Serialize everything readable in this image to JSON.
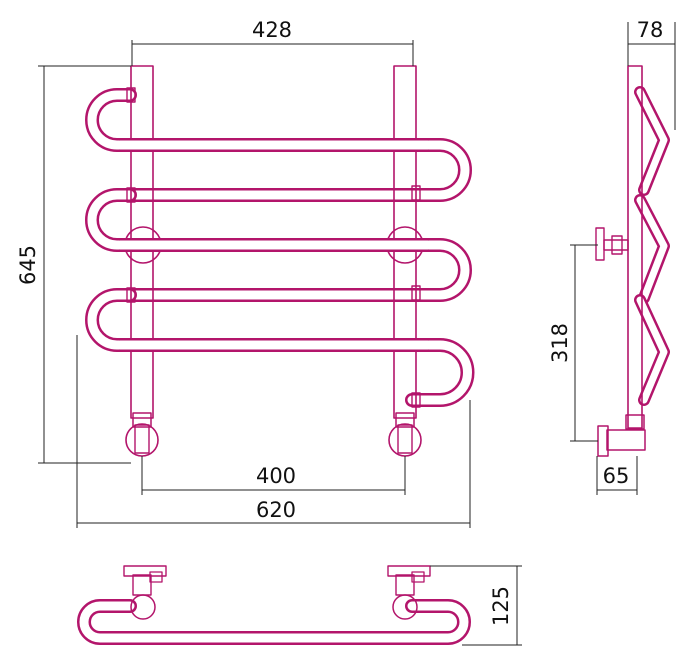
{
  "colors": {
    "outline": "#b3156b",
    "fill": "#ffffff",
    "dimension": "#222222"
  },
  "front_view": {
    "width_top": "428",
    "height": "645",
    "connection_spacing": "400",
    "overall_width": "620"
  },
  "side_view": {
    "depth": "78",
    "connection_height": "318",
    "wall_offset": "65"
  },
  "top_view": {
    "depth": "125"
  }
}
